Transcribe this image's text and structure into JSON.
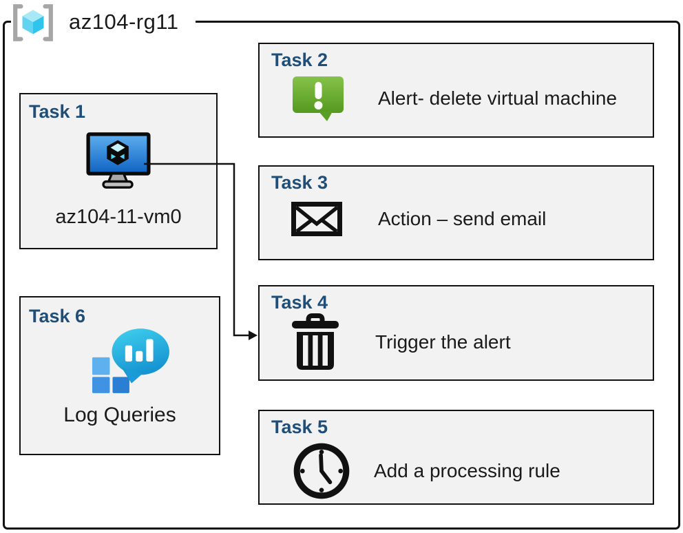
{
  "resource_group": {
    "label": "az104-rg11"
  },
  "tasks": [
    {
      "heading": "Task 1",
      "label": "az104-11-vm0",
      "icon": "virtual-machine-icon"
    },
    {
      "heading": "Task 2",
      "label": "Alert- delete virtual machine",
      "icon": "alert-icon"
    },
    {
      "heading": "Task 3",
      "label": "Action – send email",
      "icon": "email-icon"
    },
    {
      "heading": "Task 4",
      "label": "Trigger the alert",
      "icon": "trash-icon"
    },
    {
      "heading": "Task 5",
      "label": "Add a processing rule",
      "icon": "clock-icon"
    },
    {
      "heading": "Task 6",
      "label": "Log Queries",
      "icon": "log-queries-icon"
    }
  ],
  "connector": {
    "from": "Task 1",
    "to": "Task 4"
  },
  "colors": {
    "heading": "#1F4E79",
    "box_bg": "#F2F2F2",
    "border": "#111111",
    "alert_green": "#6CAF2F",
    "vm_screen_blue": "#2B7FD6",
    "log_cyan": "#29B8E2",
    "rg_cube_cyan": "#4FCDEF",
    "bracket_gray": "#A6A6A6"
  }
}
